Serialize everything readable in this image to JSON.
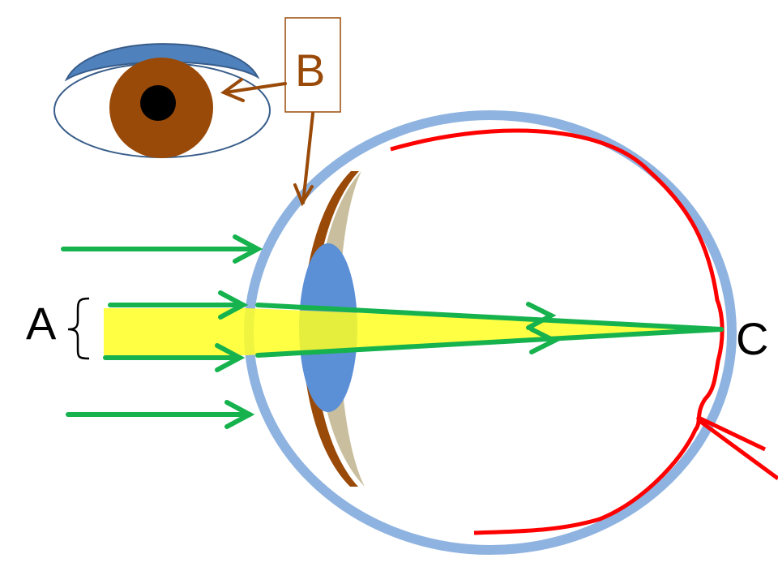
{
  "labels": {
    "a": "A",
    "b": "B",
    "c": "C"
  },
  "colors": {
    "background": "#ffffff",
    "sclera": "#8fb3e0",
    "retina": "#ff0000",
    "iris": "#9a4a08",
    "cornea_tissue": "#c9bf9e",
    "lens": "#5b8fd6",
    "light_rays": "#16b24e",
    "light_beam": "#ffff22",
    "eyelid": "#4f81bd",
    "eye_outline": "#385d8a",
    "pupil": "#000000",
    "label_b": "#9a4a08",
    "label_b_border": "#9a4a08"
  },
  "icons": {
    "front_eye": "front-view-eye-icon",
    "arrow": "arrowhead"
  }
}
